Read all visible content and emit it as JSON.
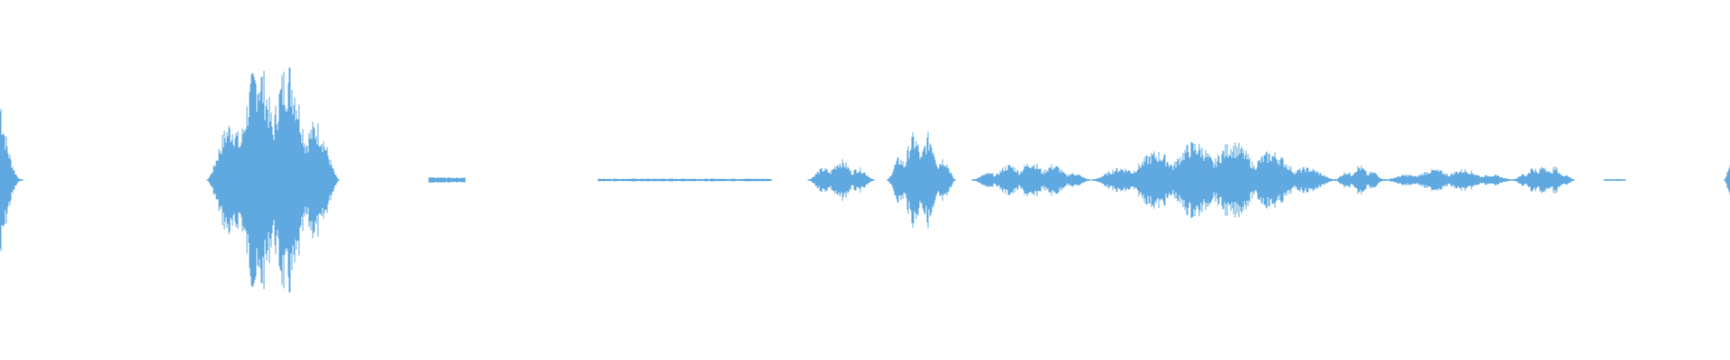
{
  "waveform": {
    "color": "#5fa8e0",
    "background": "#ffffff",
    "duration_fraction_segments": [
      {
        "start": 0.0,
        "end": 0.013,
        "peak": 0.58,
        "shape": "decay"
      },
      {
        "start": 0.12,
        "end": 0.196,
        "peak": 0.86,
        "shape": "burst"
      },
      {
        "start": 0.248,
        "end": 0.269,
        "peak": 0.03,
        "shape": "flat"
      },
      {
        "start": 0.346,
        "end": 0.446,
        "peak": 0.015,
        "shape": "flat"
      },
      {
        "start": 0.467,
        "end": 0.505,
        "peak": 0.14,
        "shape": "burst"
      },
      {
        "start": 0.513,
        "end": 0.552,
        "peak": 0.34,
        "shape": "burst"
      },
      {
        "start": 0.562,
        "end": 0.63,
        "peak": 0.13,
        "shape": "burst"
      },
      {
        "start": 0.631,
        "end": 0.772,
        "peak": 0.27,
        "shape": "burst"
      },
      {
        "start": 0.772,
        "end": 0.8,
        "peak": 0.1,
        "shape": "burst"
      },
      {
        "start": 0.8,
        "end": 0.875,
        "peak": 0.08,
        "shape": "burst"
      },
      {
        "start": 0.875,
        "end": 0.91,
        "peak": 0.11,
        "shape": "burst"
      },
      {
        "start": 0.927,
        "end": 0.939,
        "peak": 0.01,
        "shape": "flat"
      },
      {
        "start": 0.997,
        "end": 1.0,
        "peak": 0.12,
        "shape": "decay"
      }
    ]
  }
}
